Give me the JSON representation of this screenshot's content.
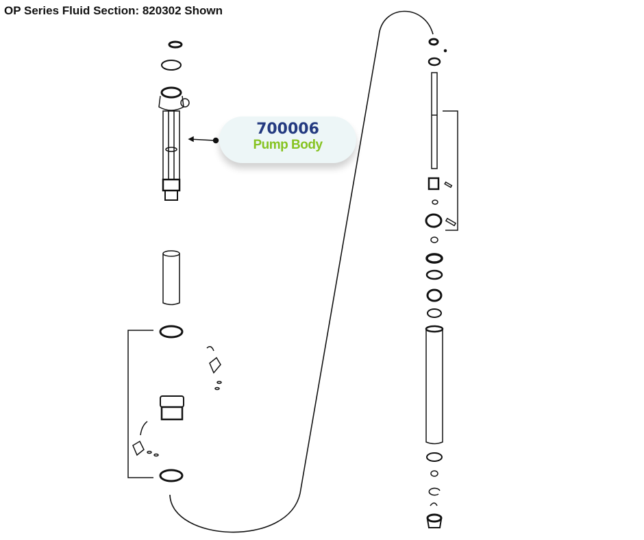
{
  "title": "OP Series Fluid Section: 820302 Shown",
  "callout": {
    "part_number": "700006",
    "part_name": "Pump Body"
  },
  "colors": {
    "part_number": "#243a80",
    "part_name": "#86c320",
    "callout_bg": "#edf6f7"
  }
}
